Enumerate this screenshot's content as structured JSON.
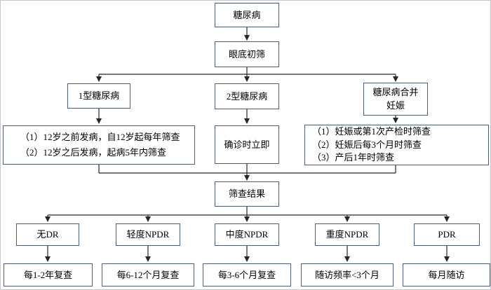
{
  "nodes": {
    "diabetes": "糖尿病",
    "fundus_screening": "眼底初筛",
    "type1": "1型糖尿病",
    "type2": "2型糖尿病",
    "pregnancy": "糖尿病合并\n妊娠",
    "type1_detail": "（1）12岁之前发病，自12岁起每年筛查\n（2）12岁之后发病，起病5年内筛查",
    "type2_detail": "确诊时立即",
    "pregnancy_detail": "（1）妊娠或第1次产检时筛查\n（2）妊娠后每3个月时筛查\n（3）产后1年时筛查",
    "result": "筛查结果",
    "no_dr": "无DR",
    "mild_npdr": "轻度NPDR",
    "moderate_npdr": "中度NPDR",
    "severe_npdr": "重度NPDR",
    "pdr": "PDR",
    "no_dr_followup": "每1-2年复查",
    "mild_followup": "每6-12个月复查",
    "moderate_followup": "每3-6个月复查",
    "severe_followup": "随访频率<3个月",
    "pdr_followup": "每月随访"
  },
  "colors": {
    "box_border": "#4d5c75",
    "connector": "#262626",
    "background": "#ffffff",
    "text": "#000000"
  }
}
